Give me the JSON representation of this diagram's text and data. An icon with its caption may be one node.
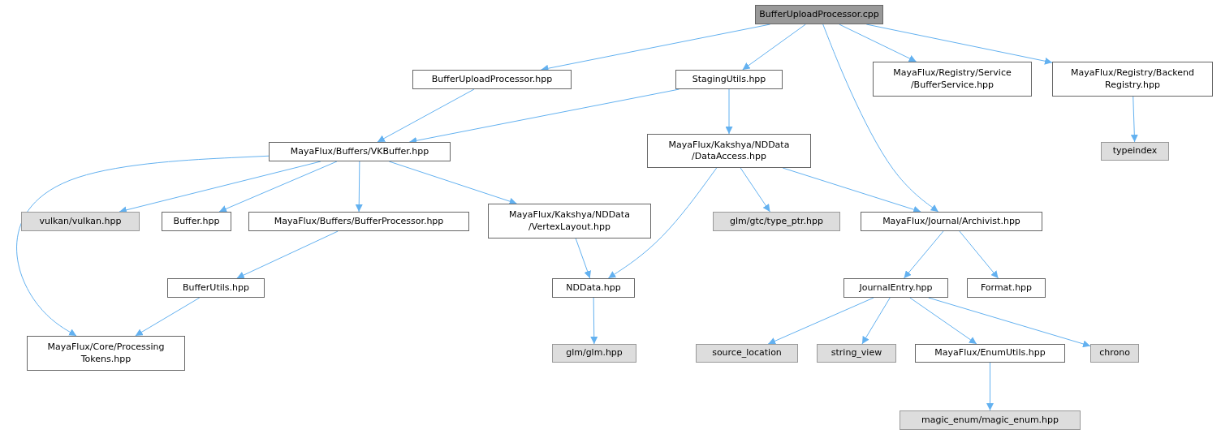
{
  "diagram": {
    "nodes": [
      {
        "text": [
          "BufferUploadProcessor.cpp"
        ]
      },
      {
        "text": [
          "BufferUploadProcessor.hpp"
        ]
      },
      {
        "text": [
          "StagingUtils.hpp"
        ]
      },
      {
        "text": [
          "MayaFlux/Registry/Service /BufferService.hpp"
        ]
      },
      {
        "text": [
          "MayaFlux/Registry/Backend Registry.hpp"
        ]
      },
      {
        "text": [
          "MayaFlux/Buffers/VKBuffer.hpp"
        ]
      },
      {
        "text": [
          "MayaFlux/Kakshya/NDData /DataAccess.hpp"
        ]
      },
      {
        "text": [
          "typeindex"
        ]
      },
      {
        "text": [
          "vulkan/vulkan.hpp"
        ]
      },
      {
        "text": [
          "Buffer.hpp"
        ]
      },
      {
        "text": [
          "MayaFlux/Buffers/BufferProcessor.hpp"
        ]
      },
      {
        "text": [
          "MayaFlux/Kakshya/NDData /VertexLayout.hpp"
        ]
      },
      {
        "text": [
          "glm/gtc/type_ptr.hpp"
        ]
      },
      {
        "text": [
          "MayaFlux/Journal/Archivist.hpp"
        ]
      },
      {
        "text": [
          "BufferUtils.hpp"
        ]
      },
      {
        "text": [
          "NDData.hpp"
        ]
      },
      {
        "text": [
          "JournalEntry.hpp"
        ]
      },
      {
        "text": [
          "Format.hpp"
        ]
      },
      {
        "text": [
          "MayaFlux/Core/Processing Tokens.hpp"
        ]
      },
      {
        "text": [
          "glm/glm.hpp"
        ]
      },
      {
        "text": [
          "source_location"
        ]
      },
      {
        "text": [
          "string_view"
        ]
      },
      {
        "text": [
          "MayaFlux/EnumUtils.hpp"
        ]
      },
      {
        "text": [
          "chrono"
        ]
      },
      {
        "text": [
          "magic_enum/magic_enum.hpp"
        ]
      }
    ],
    "edges": [
      {
        "from": 0,
        "to": 1,
        "arrow": "to"
      },
      {
        "from": 0,
        "to": 2,
        "arrow": "to"
      },
      {
        "from": 0,
        "to": 13,
        "arrow": "to"
      },
      {
        "from": 0,
        "to": 3,
        "arrow": "to"
      },
      {
        "from": 0,
        "to": 4,
        "arrow": "to"
      },
      {
        "from": 1,
        "to": 5,
        "arrow": "to"
      },
      {
        "from": 2,
        "to": 5,
        "arrow": "to"
      },
      {
        "from": 2,
        "to": 6,
        "arrow": "to"
      },
      {
        "from": 4,
        "to": 7,
        "arrow": "to"
      },
      {
        "from": 5,
        "to": 18,
        "arrow": "to"
      },
      {
        "from": 5,
        "to": 8,
        "arrow": "to"
      },
      {
        "from": 5,
        "to": 9,
        "arrow": "to"
      },
      {
        "from": 5,
        "to": 10,
        "arrow": "to"
      },
      {
        "from": 5,
        "to": 11,
        "arrow": "to"
      },
      {
        "from": 6,
        "to": 15,
        "arrow": "to"
      },
      {
        "from": 6,
        "to": 12,
        "arrow": "to"
      },
      {
        "from": 6,
        "to": 13,
        "arrow": "to"
      },
      {
        "from": 10,
        "to": 14,
        "arrow": "to"
      },
      {
        "from": 14,
        "to": 18,
        "arrow": "to"
      },
      {
        "from": 11,
        "to": 15,
        "arrow": "to"
      },
      {
        "from": 15,
        "to": 19,
        "arrow": "to"
      },
      {
        "from": 13,
        "to": 16,
        "arrow": "to"
      },
      {
        "from": 13,
        "to": 17,
        "arrow": "to"
      },
      {
        "from": 16,
        "to": 20,
        "arrow": "to"
      },
      {
        "from": 16,
        "to": 21,
        "arrow": "to"
      },
      {
        "from": 16,
        "to": 22,
        "arrow": "to"
      },
      {
        "from": 16,
        "to": 23,
        "arrow": "to"
      },
      {
        "from": 22,
        "to": 24,
        "arrow": "to"
      }
    ]
  }
}
